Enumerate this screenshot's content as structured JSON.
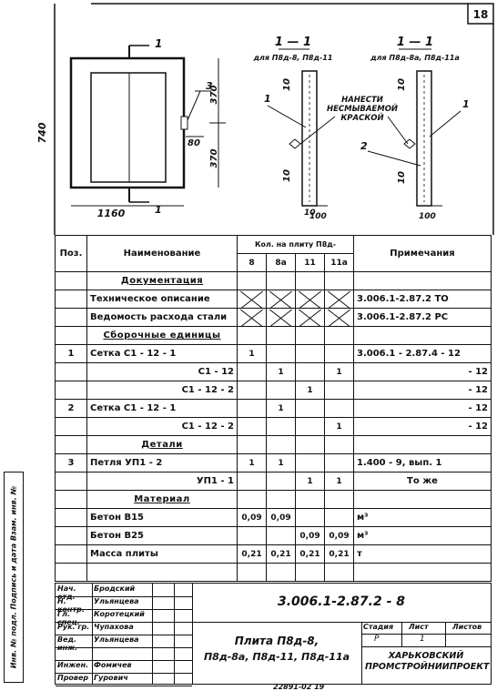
{
  "sheet_number": "18",
  "drawing": {
    "section_marker": "1",
    "dims": {
      "height_total": "740",
      "half_top": "370",
      "half_bottom": "370",
      "gap": "80",
      "width": "1160",
      "loop_callout": "3"
    },
    "section_left": {
      "title": "1 — 1",
      "subtitle": "для П8д-8, П8д-11"
    },
    "section_right": {
      "title": "1 — 1",
      "subtitle": "для П8д-8а, П8д-11а"
    },
    "annotation": "Нанести несмываемой краской",
    "callouts": [
      "1",
      "2",
      "1"
    ],
    "dim_small": [
      "10",
      "10",
      "10",
      "100",
      "10",
      "10",
      "100"
    ]
  },
  "table": {
    "headers": {
      "pos": "Поз.",
      "name": "Наименование",
      "qty_group": "Кол. на плиту П8д-",
      "notes": "Примечания",
      "qty_cols": [
        "8",
        "8а",
        "11",
        "11а"
      ]
    },
    "rows": [
      {
        "type": "section",
        "name": "Документация"
      },
      {
        "type": "item",
        "pos": "",
        "name": "Техническое описание",
        "q": [
          "x",
          "x",
          "x",
          "x"
        ],
        "note": "3.006.1-2.87.2  ТО"
      },
      {
        "type": "item",
        "pos": "",
        "name": "Ведомость расхода стали",
        "q": [
          "x",
          "x",
          "x",
          "x"
        ],
        "note": "3.006.1-2.87.2  РС"
      },
      {
        "type": "section",
        "name": "Сборочные единицы"
      },
      {
        "type": "item",
        "pos": "1",
        "name": "Сетка  С1 - 12 - 1",
        "q": [
          "1",
          "",
          "",
          ""
        ],
        "note": "3.006.1 - 2.87.4 - 12"
      },
      {
        "type": "sub",
        "pos": "",
        "name": "С1 - 12",
        "q": [
          "",
          "1",
          "",
          "1"
        ],
        "note": "- 12"
      },
      {
        "type": "sub",
        "pos": "",
        "name": "С1 - 12 - 2",
        "q": [
          "",
          "",
          "1",
          ""
        ],
        "note": "- 12"
      },
      {
        "type": "item",
        "pos": "2",
        "name": "Сетка  С1 - 12 - 1",
        "q": [
          "",
          "1",
          "",
          ""
        ],
        "note": "- 12"
      },
      {
        "type": "sub",
        "pos": "",
        "name": "С1 - 12 - 2",
        "q": [
          "",
          "",
          "",
          "1"
        ],
        "note": "- 12"
      },
      {
        "type": "section",
        "name": "Детали"
      },
      {
        "type": "item",
        "pos": "3",
        "name": "Петля      УП1 - 2",
        "q": [
          "1",
          "1",
          "",
          ""
        ],
        "note": "1.400 - 9, вып. 1"
      },
      {
        "type": "sub",
        "pos": "",
        "name": "УП1 - 1",
        "q": [
          "",
          "",
          "1",
          "1"
        ],
        "note": "То же"
      },
      {
        "type": "section",
        "name": "Материал"
      },
      {
        "type": "item",
        "pos": "",
        "name": "Бетон  В15",
        "q": [
          "0,09",
          "0,09",
          "",
          ""
        ],
        "note": "м³"
      },
      {
        "type": "item",
        "pos": "",
        "name": "Бетон  В25",
        "q": [
          "",
          "",
          "0,09",
          "0,09"
        ],
        "note": "м³"
      },
      {
        "type": "item",
        "pos": "",
        "name": "Масса   плиты",
        "q": [
          "0,21",
          "0,21",
          "0,21",
          "0,21"
        ],
        "note": "т"
      },
      {
        "type": "blank",
        "pos": "",
        "name": "",
        "q": [
          "",
          "",
          "",
          ""
        ],
        "note": ""
      }
    ]
  },
  "stamp": {
    "code": "3.006.1-2.87.2 - 8",
    "title_line1": "Плита  П8д-8,",
    "title_line2": "П8д-8а, П8д-11, П8д-11а",
    "stage_label": "Стадия",
    "sheet_label": "Лист",
    "sheets_label": "Листов",
    "stage_value": "Р",
    "sheet_value": "1",
    "org": "Харьковский Промстройниипроект",
    "people": [
      {
        "role": "Нач. отд.",
        "name": "Бродский"
      },
      {
        "role": "Н. контр.",
        "name": "Ульянцева"
      },
      {
        "role": "Гл. спец.",
        "name": "Коротецкий"
      },
      {
        "role": "Рук. гр.",
        "name": "Чупахова"
      },
      {
        "role": "Вед. инж.",
        "name": "Ульянцева"
      },
      {
        "role": "",
        "name": ""
      },
      {
        "role": "Инжен.",
        "name": "Фомичев"
      },
      {
        "role": "Провер",
        "name": "Гурович"
      }
    ]
  },
  "side_strip": "Инв. № подл.  Подпись и дата  Взам. инв. №",
  "footer_code": "22891-02    19"
}
